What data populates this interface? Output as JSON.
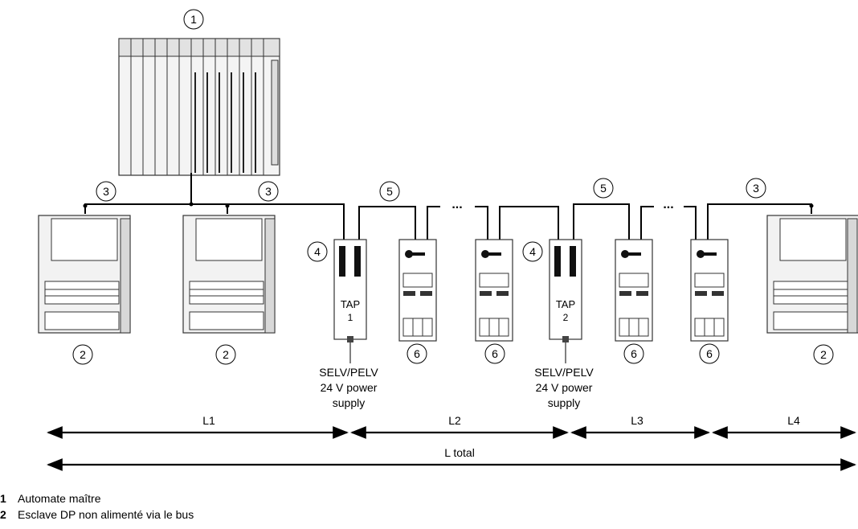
{
  "callouts": {
    "n1": "1",
    "n2": "2",
    "n3": "3",
    "n4": "4",
    "n5": "5",
    "n6": "6"
  },
  "taps": {
    "tap_label": "TAP",
    "tap1_num": "1",
    "tap2_num": "2"
  },
  "power_supply": {
    "line1": "SELV/PELV",
    "line2": "24 V power",
    "line3": "supply"
  },
  "dots": "...",
  "segments": {
    "l1": "L1",
    "l2": "L2",
    "l3": "L3",
    "l4": "L4",
    "total": "L total"
  },
  "legend": [
    {
      "num": "1",
      "text": "Automate maître"
    },
    {
      "num": "2",
      "text": "Esclave DP non alimenté via le bus"
    }
  ]
}
